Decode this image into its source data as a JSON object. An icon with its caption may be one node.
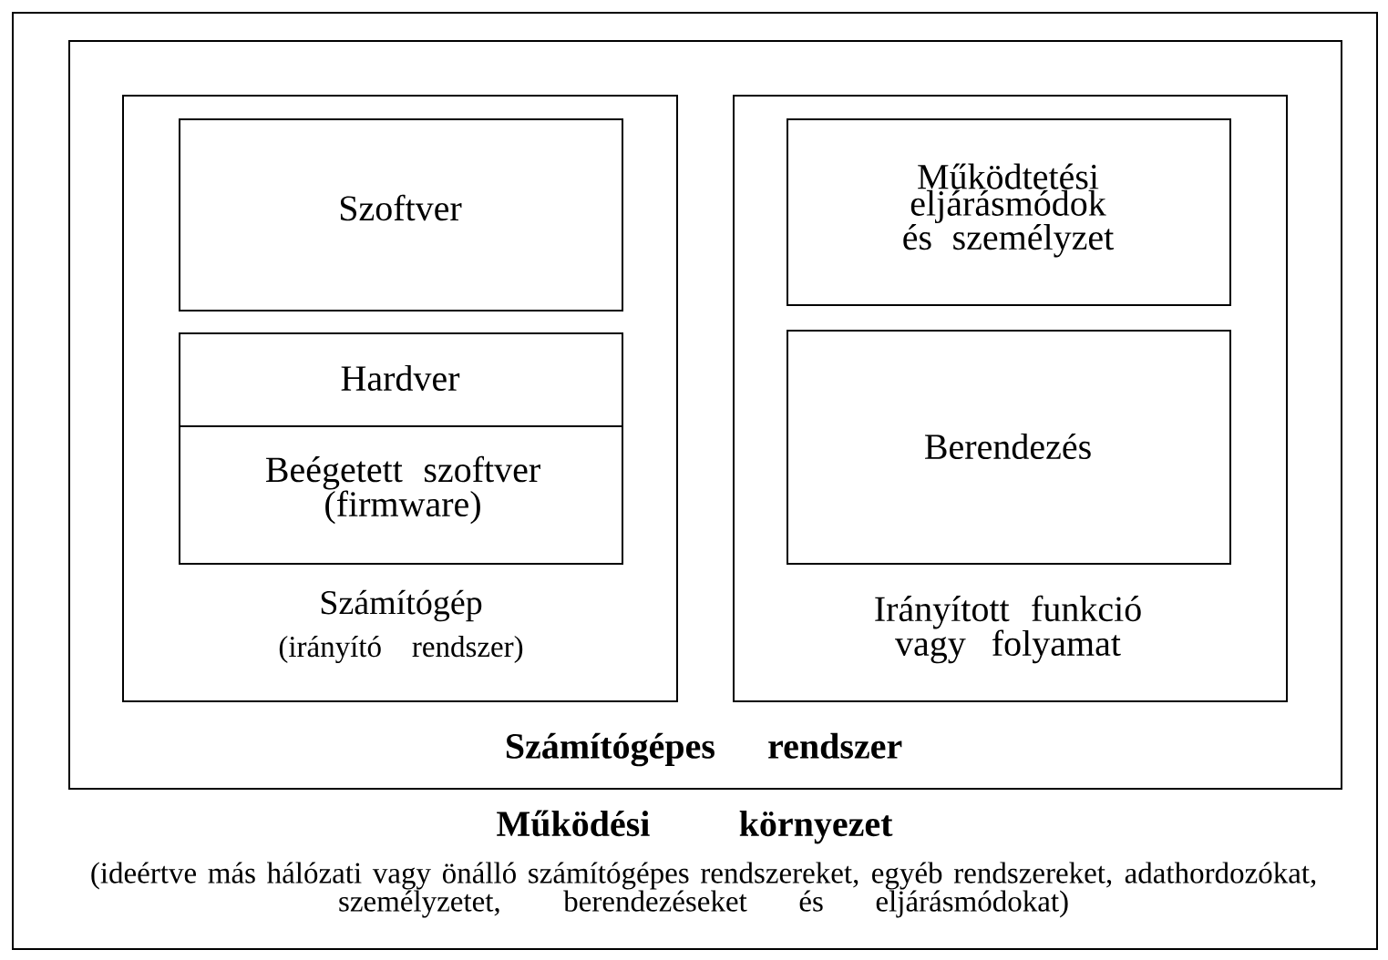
{
  "diagram": {
    "nodes": [
      {
        "text": [
          "Működési környezet",
          "(ideértve más hálózati vagy önálló számítógépes rendszereket, egyéb rendszereket, adathordozókat, személyzetet, berendezéseket és eljárásmódokat)"
        ]
      },
      {
        "text": [
          "Számítógépes rendszer"
        ],
        "in": 0
      },
      {
        "text": [
          "Számítógép",
          "(irányító rendszer)"
        ],
        "in": 1
      },
      {
        "text": [
          "Szoftver"
        ],
        "in": 2
      },
      {
        "text": [
          "Hardver"
        ],
        "in": 2
      },
      {
        "text": [
          "Beégetett szoftver (firmware)"
        ],
        "in": 2
      },
      {
        "text": [
          "Irányított funkció vagy folyamat"
        ],
        "in": 1
      },
      {
        "text": [
          "Működtetési eljárásmódok és személyzet"
        ],
        "in": 6
      },
      {
        "text": [
          "Berendezés"
        ],
        "in": 6
      }
    ]
  }
}
